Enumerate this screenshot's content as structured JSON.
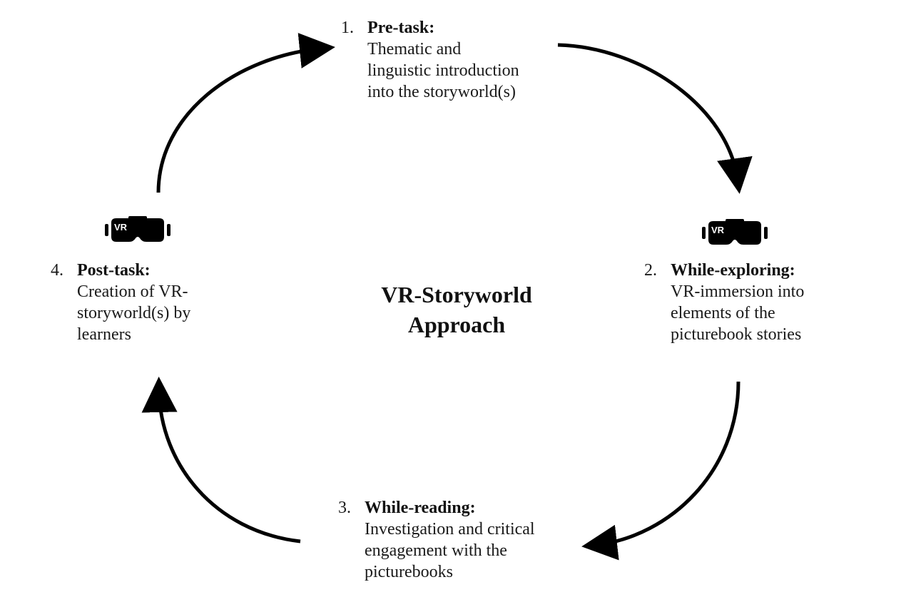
{
  "center": {
    "title_line1": "VR-Storyworld",
    "title_line2": "Approach"
  },
  "steps": [
    {
      "number": "1.",
      "title": "Pre-task:",
      "lines": [
        "Thematic and",
        "linguistic introduction",
        "into the storyworld(s)"
      ],
      "has_vr_icon": false
    },
    {
      "number": "2.",
      "title": "While-exploring:",
      "lines": [
        "VR-immersion into",
        "elements of the",
        "picturebook stories"
      ],
      "has_vr_icon": true
    },
    {
      "number": "3.",
      "title": "While-reading:",
      "lines": [
        "Investigation and critical",
        "engagement with the",
        "picturebooks"
      ],
      "has_vr_icon": false
    },
    {
      "number": "4.",
      "title": "Post-task:",
      "lines": [
        "Creation of VR-",
        "storyworld(s) by",
        "learners"
      ],
      "has_vr_icon": true
    }
  ],
  "icons": {
    "vr_headset_label": "VR",
    "vr_headset_name": "vr-headset-icon"
  },
  "cycle": {
    "direction": "clockwise",
    "arrows": [
      "step-4-to-step-1",
      "step-1-to-step-2",
      "step-2-to-step-3",
      "step-3-to-step-4"
    ]
  },
  "colors": {
    "ink": "#000000",
    "text": "#1a1a1a",
    "background": "#ffffff"
  }
}
